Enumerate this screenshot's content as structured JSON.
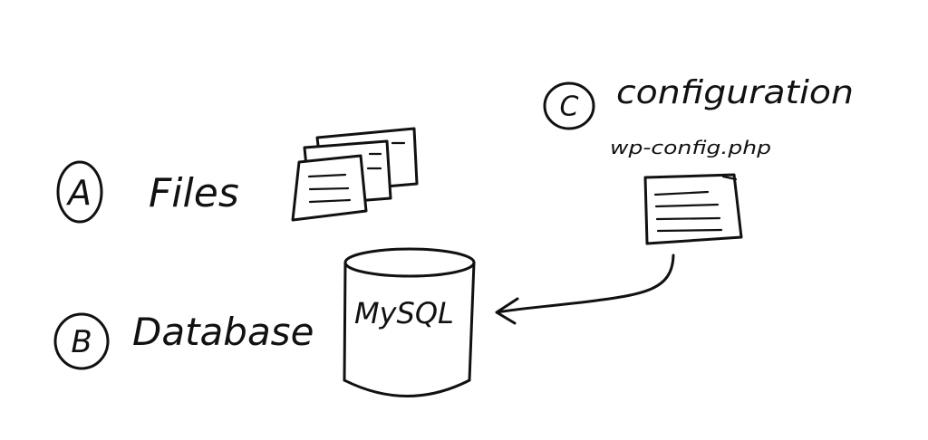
{
  "items": {
    "a": {
      "marker": "A",
      "label": "Files"
    },
    "b": {
      "marker": "B",
      "label": "Database"
    },
    "c": {
      "marker": "C",
      "label": "configuration"
    }
  },
  "database": {
    "name": "MySQL"
  },
  "config_file": {
    "name": "wp-config.php"
  },
  "icons": {
    "files": "stacked-documents-icon",
    "database": "database-cylinder-icon",
    "config": "document-icon"
  },
  "colors": {
    "ink": "#111111",
    "background": "#ffffff"
  }
}
